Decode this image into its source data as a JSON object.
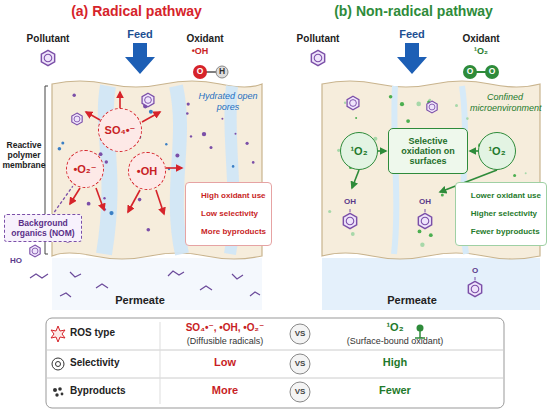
{
  "diagram": {
    "nodes": [
      {
        "text": [
          "(a) Radical pathway"
        ]
      },
      {
        "text": [
          "SO₄•⁻"
        ],
        "in": 0
      },
      {
        "text": [
          "•O₂⁻"
        ],
        "in": 0
      },
      {
        "text": [
          "•OH"
        ],
        "in": 0
      },
      {
        "text": [
          "Background organics (NOM)"
        ],
        "in": 0
      },
      {
        "text": [
          "High oxidant use",
          "Low selectivity",
          "More byproducts"
        ],
        "in": 0
      },
      {
        "text": [
          "(b) Non-radical pathway"
        ]
      },
      {
        "text": [
          "¹O₂"
        ],
        "in": 6
      },
      {
        "text": [
          "Selective oxidation on surfaces"
        ],
        "in": 6
      },
      {
        "text": [
          "¹O₂"
        ],
        "in": 6
      },
      {
        "text": [
          "Lower oxidant use",
          "Higher selectivity",
          "Fewer byproducts"
        ],
        "in": 6
      }
    ],
    "edges": [
      {
        "from": 4,
        "to": 2,
        "arrow": "none"
      }
    ],
    "labels": [
      "Pollutant",
      "Feed",
      "Oxidant",
      "•OH",
      "O",
      "H",
      "Reactive polymer membrane",
      "Hydrated open pores",
      "HO",
      "Permeate",
      "Pollutant",
      "Feed",
      "Oxidant",
      "¹O₂",
      "O",
      "O",
      "Confined microenvironment",
      "OH",
      "OH",
      "O",
      "Permeate",
      "ROS type",
      "SO₄•⁻, •OH, •O₂⁻",
      "(Diffusible radicals)",
      "VS",
      "¹O₂",
      "(Surface-bound oxidant)",
      "Selectivity",
      "Low",
      "VS",
      "High",
      "Byproducts",
      "More",
      "VS",
      "Fewer"
    ]
  }
}
